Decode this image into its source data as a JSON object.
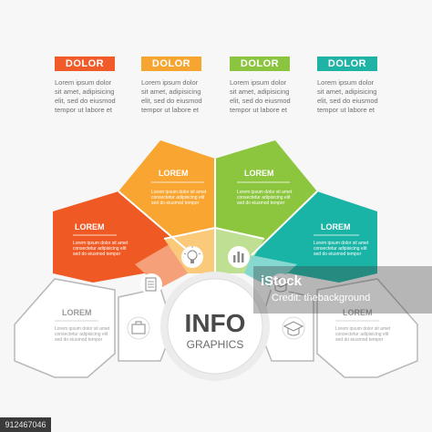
{
  "header": {
    "columns": [
      {
        "label": "DOLOR",
        "color": "#f15a29",
        "lines": [
          "Lorem ipsum dolor",
          "sit amet, adipisicing",
          "elit, sed do eiusmod",
          "tempor ut labore et"
        ]
      },
      {
        "label": "DOLOR",
        "color": "#f7a531",
        "lines": [
          "Lorem ipsum dolor",
          "sit amet, adipisicing",
          "elit, sed do eiusmod",
          "tempor ut labore et"
        ]
      },
      {
        "label": "DOLOR",
        "color": "#8bc53f",
        "lines": [
          "Lorem ipsum dolor",
          "sit amet, adipisicing",
          "elit, sed do eiusmod",
          "tempor ut labore et"
        ]
      },
      {
        "label": "DOLOR",
        "color": "#1fb3a6",
        "lines": [
          "Lorem ipsum dolor",
          "sit amet, adipisicing",
          "elit, sed do eiusmod",
          "tempor ut labore et"
        ]
      }
    ]
  },
  "segments": [
    {
      "label": "LOREM",
      "color": "#ef5a24",
      "icon": "document-icon",
      "lines": [
        "Lorem ipsum dolor sit amet",
        "consectetur adipisicing elit",
        "sed do eiusmod tempor"
      ]
    },
    {
      "label": "LOREM",
      "color": "#f8a532",
      "icon": "lightbulb-icon",
      "lines": [
        "Lorem ipsum dolor sit amet",
        "consectetur adipisicing elit",
        "sed do eiusmod tempor"
      ]
    },
    {
      "label": "LOREM",
      "color": "#8cc63e",
      "icon": "bar-chart-icon",
      "lines": [
        "Lorem ipsum dolor sit amet",
        "consectetur adipisicing elit",
        "sed do eiusmod tempor"
      ]
    },
    {
      "label": "LOREM",
      "color": "#19b4a5",
      "icon": "graduation-cap-icon",
      "lines": [
        "Lorem ipsum dolor sit amet",
        "consectetur adipisicing elit",
        "sed do eiusmod tempor"
      ]
    }
  ],
  "bottom_segments": [
    {
      "label": "LOREM",
      "icon": "briefcase-icon",
      "lines": [
        "Lorem ipsum dolor sit amet",
        "consectetur adipisicing elit",
        "sed do eiusmod tempor"
      ]
    },
    {
      "label": "LOREM",
      "icon": "graduation-cap-icon",
      "lines": [
        "Lorem ipsum dolor sit amet",
        "consectetur adipisicing elit",
        "sed do eiusmod tempor"
      ]
    }
  ],
  "center": {
    "title": "INFO",
    "subtitle": "GRAPHICS"
  },
  "watermark": {
    "brand": "iStock",
    "credit_line": "Credit: thebackground"
  },
  "image_id": "912467046"
}
